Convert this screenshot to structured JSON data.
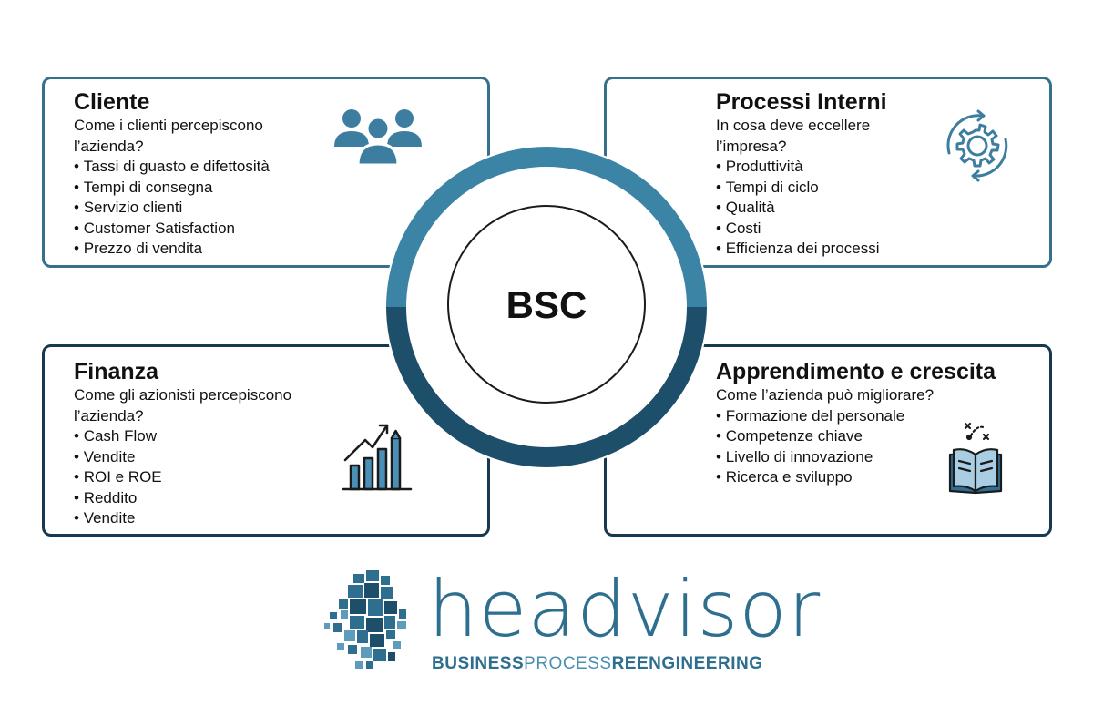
{
  "center": {
    "label": "BSC"
  },
  "cards": {
    "cliente": {
      "title": "Cliente",
      "question": "Come i clienti percepiscono l’azienda?",
      "items": [
        "Tassi di guasto e difettosità",
        "Tempi di consegna",
        "Servizio clienti",
        "Customer Satisfaction",
        "Prezzo di vendita"
      ],
      "icon": "people-icon"
    },
    "processi": {
      "title": "Processi Interni",
      "question": "In cosa deve eccellere l’impresa?",
      "items": [
        "Produttività",
        "Tempi di ciclo",
        "Qualità",
        "Costi",
        "Efficienza dei processi"
      ],
      "icon": "gear-cycle-icon"
    },
    "finanza": {
      "title": "Finanza",
      "question": "Come gli azionisti percepiscono l’azienda?",
      "items": [
        "Cash Flow",
        "Vendite",
        "ROI e ROE",
        "Reddito",
        "Vendite"
      ],
      "icon": "growth-chart-icon"
    },
    "apprendimento": {
      "title": "Apprendimento e crescita",
      "question": "Come l’azienda può migliorare?",
      "items": [
        "Formazione del personale",
        "Competenze chiave",
        "Livello di innovazione",
        "Ricerca e sviluppo"
      ],
      "icon": "open-book-icon"
    }
  },
  "logo": {
    "word": "headvisor",
    "tagline_parts": [
      "BUSINESS",
      "PROCESS",
      "REENGINEERING"
    ],
    "icon": "pixel-head-logo"
  },
  "colors": {
    "ring_top": "#2f7ea1",
    "ring_bottom": "#1a4a66",
    "card_border_top": "#35718b",
    "card_border_bottom": "#16394f",
    "logo": "#2e6e8e"
  }
}
